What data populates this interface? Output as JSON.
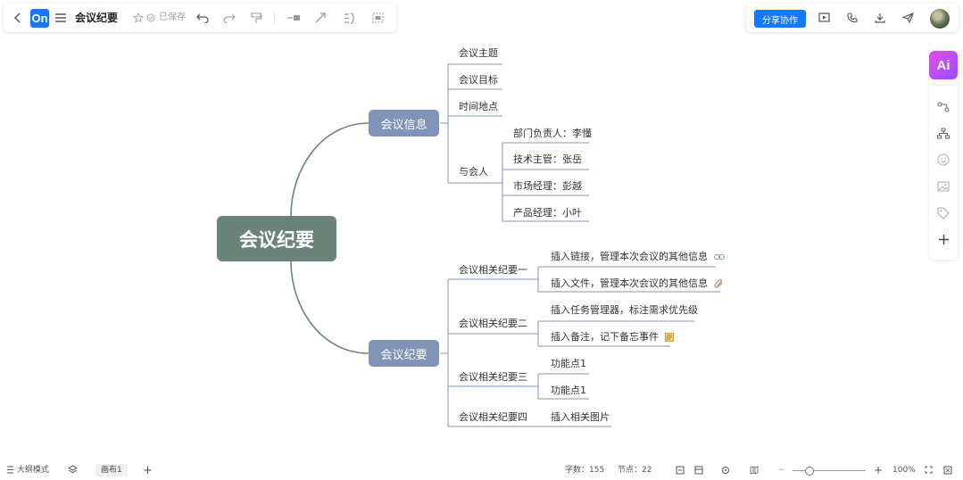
{
  "toolbar": {
    "back_icon": "chevron-left-icon",
    "logo_text": "On",
    "menu_icon": "hamburger-icon",
    "doc_title": "会议纪要",
    "saved_text": "已保存",
    "share_label": "分享协作"
  },
  "mindmap": {
    "root": "会议纪要",
    "branches": [
      {
        "label": "会议信息",
        "children": [
          {
            "label": "会议主题"
          },
          {
            "label": "会议目标"
          },
          {
            "label": "时间地点"
          },
          {
            "label": "与会人",
            "children": [
              "部门负责人：李懂",
              "技术主管：张岳",
              "市场经理：彭越",
              "产品经理：小叶"
            ]
          }
        ]
      },
      {
        "label": "会议纪要",
        "children": [
          {
            "label": "会议相关纪要一",
            "children": [
              "插入链接，管理本次会议的其他信息",
              "插入文件，管理本次会议的其他信息"
            ]
          },
          {
            "label": "会议相关纪要二",
            "children": [
              "插入任务管理器，标注需求优先级",
              "插入备注，记下备忘事件"
            ]
          },
          {
            "label": "会议相关纪要三",
            "children": [
              "功能点1",
              "功能点1"
            ]
          },
          {
            "label": "会议相关纪要四",
            "children": [
              "插入相关图片"
            ]
          }
        ]
      }
    ]
  },
  "statusbar": {
    "outline_label": "大纲模式",
    "canvas_tab": "画布1",
    "word_count_label": "字数：",
    "word_count": "155",
    "node_count_label": "节点：",
    "node_count": "22",
    "zoom": "100%"
  },
  "colors": {
    "root": "#6a8479",
    "branch": "#7f94b8",
    "accent": "#1677ff",
    "ai": "#c04ef0"
  }
}
